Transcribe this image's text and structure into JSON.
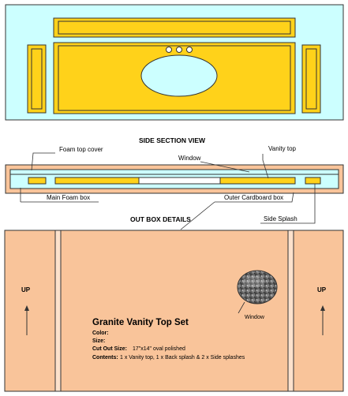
{
  "headings": {
    "side_section_view": "SIDE SECTION VIEW",
    "out_box_details": "OUT BOX DETAILS"
  },
  "side_labels": {
    "foam_top_cover": "Foam top cover",
    "window": "Window",
    "vanity_top": "Vanity top",
    "main_foam_box": "Main Foam box",
    "outer_cardboard_box": "Outer Cardboard box",
    "side_splash": "Side Splash"
  },
  "box": {
    "up_left": "UP",
    "up_right": "UP",
    "window_label": "Window",
    "title": "Granite Vanity Top Set",
    "color_label": "Color:",
    "size_label": "Size:",
    "cutout_label": "Cut Out Size:",
    "cutout_value": "17\"x14\" oval polished",
    "contents_label": "Contents:",
    "contents_value": "1 x Vanity top, 1 x Back splash & 2 x Side splashes"
  },
  "colors": {
    "foam": "#ccffff",
    "granite": "#ffd21a",
    "granite_edge": "#c8a000",
    "sink": "#ccffff",
    "cardboard": "#f9c49a",
    "outline": "#333333"
  }
}
